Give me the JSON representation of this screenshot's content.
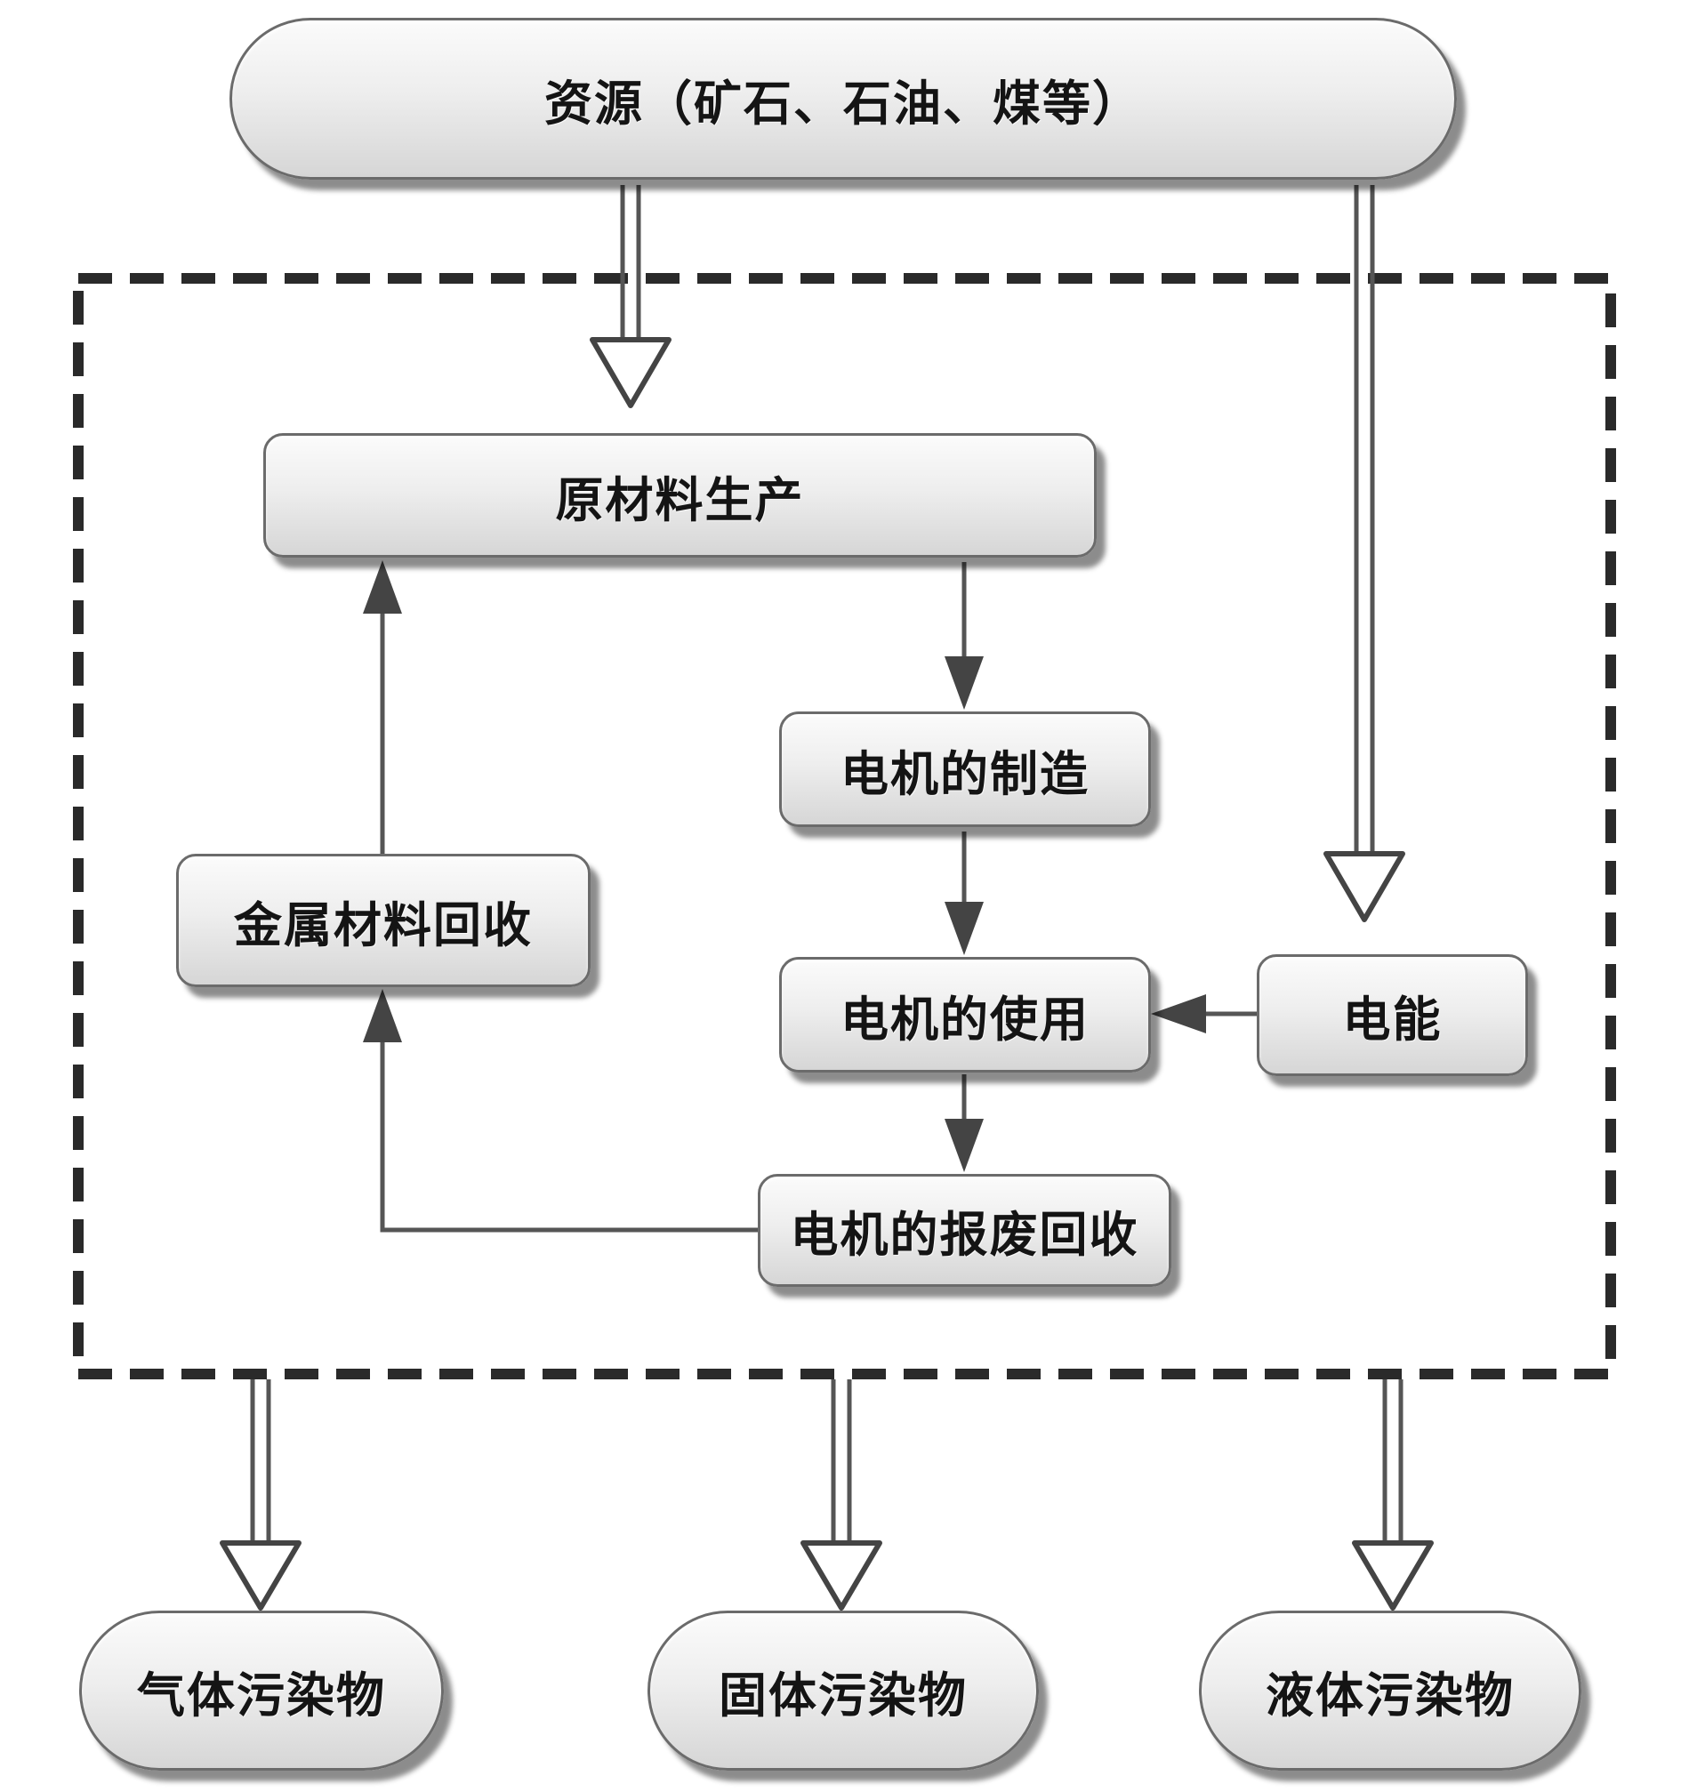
{
  "nodes": {
    "resources": "资源（矿石、石油、煤等）",
    "raw_material": "原材料生产",
    "manufacture": "电机的制造",
    "metal_recycle": "金属材料回收",
    "usage": "电机的使用",
    "electric_energy": "电能",
    "scrap_recycle": "电机的报废回收",
    "gas_pollutant": "气体污染物",
    "solid_pollutant": "固体污染物",
    "liquid_pollutant": "液体污染物"
  },
  "colors": {
    "boundary": "#2a2a2a",
    "arrow": "#444444",
    "node_border": "#6b6b6b"
  }
}
